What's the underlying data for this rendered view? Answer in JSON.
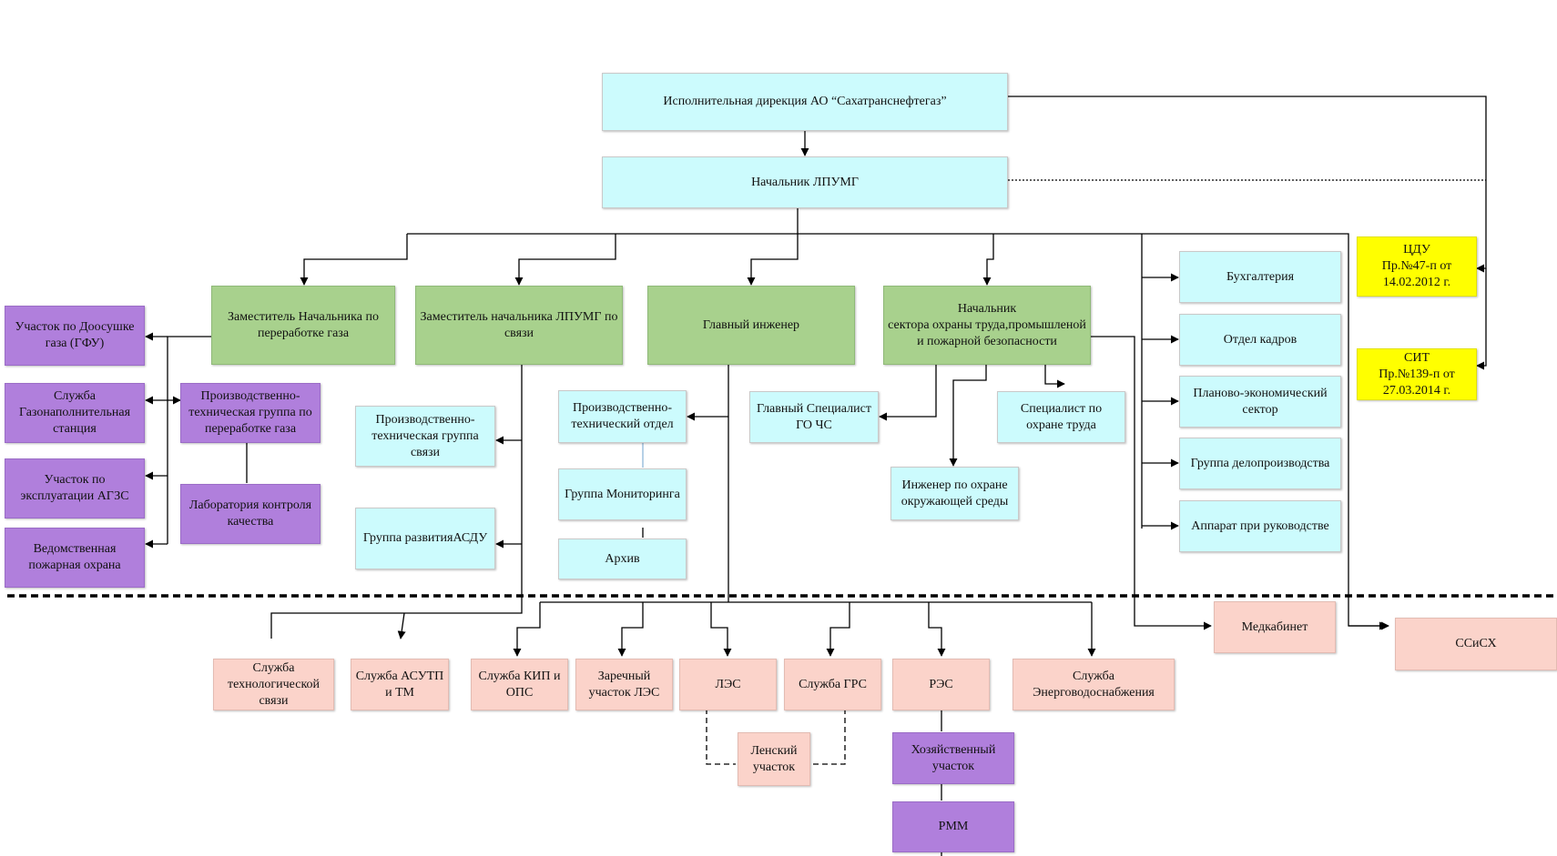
{
  "colors": {
    "executive": "#ccfbfd",
    "deputy": "#a8d18d",
    "section": "#b07fdc",
    "field_service": "#fbd3ca",
    "order": "#ffff00",
    "line": "#000000"
  },
  "executive": {
    "directorate": "Исполнительная дирекция АО “Сахатранснефтегаз”",
    "head": "Начальник ЛПУМГ"
  },
  "deputies": {
    "gas_processing": "Заместитель Начальника по переработке газа",
    "communications": "Заместитель начальника ЛПУМГ по связи",
    "chief_engineer": "Главный инженер",
    "safety_head": "Начальник\nсектора охраны труда,промышленой и пожарной безопасности"
  },
  "gas_processing_units": {
    "dryer_site": "Участок по Доосушке газа (ГФУ)",
    "filling_station": "Служба Газонаполнительная станция",
    "agzs_site": "Участок по эксплуатации АГЗС",
    "fire_guard": "Ведомственная пожарная охрана",
    "tech_group": "Производственно-техническая группа по переработке газа",
    "quality_lab": "Лаборатория контроля качества"
  },
  "communications_units": {
    "tech_group_comm": "Производственно-техническая группа связи",
    "asdu_group": "Группа развитияАСДУ"
  },
  "engineering_units": {
    "tech_department": "Производственно-технический отдел",
    "monitoring": "Группа Мониторинга",
    "archive": "Архив"
  },
  "safety_units": {
    "go_chs": "Главный Специалист ГО ЧС",
    "labor_safety": "Специалист по охране труда",
    "environment": "Инженер по охране окружающей среды"
  },
  "staff_units": {
    "accounting": "Бухгалтерия",
    "hr": "Отдел кадров",
    "planning": "Планово-экономический сектор",
    "records": "Группа делопроизводства",
    "office": "Аппарат при руководстве"
  },
  "orders": {
    "cdu": "ЦДУ\nПр.№47-п от 14.02.2012 г.",
    "sit": "СИТ\nПр.№139-п от 27.03.2014 г."
  },
  "field_services": {
    "tech_comm": "Служба технологической связи",
    "asutp": "Служба АСУТП и ТМ",
    "kip": "Служба КИП и ОПС",
    "zarechny": "Заречный участок ЛЭС",
    "les": "ЛЭС",
    "grs": "Служба ГРС",
    "res": "РЭС",
    "energy": "Служба Энерговодоснабжения",
    "medical": "Медкабинет",
    "ssisx": "ССиСХ",
    "lensky": "Ленский участок",
    "household": "Хозяйственный участок",
    "rmm": "РММ"
  }
}
